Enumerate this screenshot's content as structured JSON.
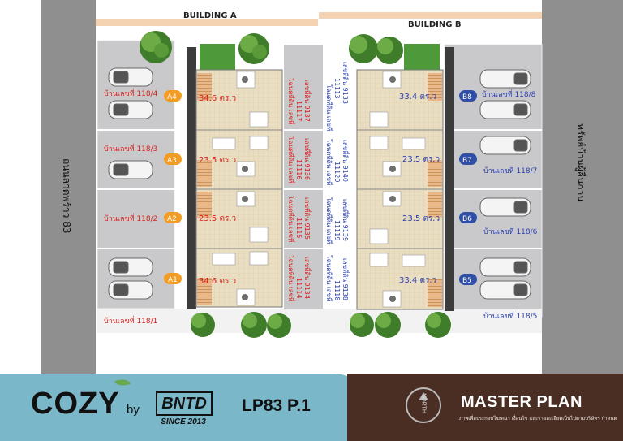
{
  "buildings": {
    "a": "BUILDING A",
    "b": "BUILDING B"
  },
  "roads": {
    "left": "ถนนลาดพร้าว 83",
    "right": "ทรัพย์บ้านผู้อื่นกาน"
  },
  "units_a": [
    {
      "id": "A4",
      "house_no": "บ้านเลขที่ 118/4",
      "area": "34.6 ตร.ว",
      "deed_label": "โฉนดที่ดิน เลขที่",
      "deed_no": "11117",
      "land_no": "เลขที่ดิน 9137"
    },
    {
      "id": "A3",
      "house_no": "บ้านเลขที่ 118/3",
      "area": "23.5 ตร.ว",
      "deed_label": "โฉนดที่ดิน เลขที่",
      "deed_no": "11116",
      "land_no": "เลขที่ดิน 9136"
    },
    {
      "id": "A2",
      "house_no": "บ้านเลขที่ 118/2",
      "area": "23.5 ตร.ว",
      "deed_label": "โฉนดที่ดิน เลขที่",
      "deed_no": "11115",
      "land_no": "เลขที่ดิน 9135"
    },
    {
      "id": "A1",
      "house_no": "บ้านเลขที่ 118/1",
      "area": "34.6 ตร.ว",
      "deed_label": "โฉนดที่ดิน เลขที่",
      "deed_no": "11114",
      "land_no": "เลขที่ดิน 9134"
    }
  ],
  "units_b": [
    {
      "id": "B8",
      "house_no": "บ้านเลขที่ 118/8",
      "area": "33.4 ตร.ว",
      "deed_label": "โฉนดที่ดิน เลขที่",
      "deed_no": "11113",
      "land_no": "เลขที่ดิน 9133"
    },
    {
      "id": "B7",
      "house_no": "บ้านเลขที่ 118/7",
      "area": "23.5 ตร.ว",
      "deed_label": "โฉนดที่ดิน เลขที่",
      "deed_no": "11120",
      "land_no": "เลขที่ดิน 9140"
    },
    {
      "id": "B6",
      "house_no": "บ้านเลขที่ 118/6",
      "area": "23.5 ตร.ว",
      "deed_label": "โฉนดที่ดิน เลขที่",
      "deed_no": "11119",
      "land_no": "เลขที่ดิน 9139"
    },
    {
      "id": "B5",
      "house_no": "บ้านเลขที่ 118/5",
      "area": "33.4 ตร.ว",
      "deed_label": "โฉนดที่ดิน เลขที่",
      "deed_no": "11118",
      "land_no": "เลขที่ดิน 9138"
    }
  ],
  "footer": {
    "brand": "COZY",
    "by": "by",
    "partner": "BNTD",
    "since": "SINCE 2013",
    "project": "LP83 P.1",
    "north": "NORTH",
    "title": "MASTER PLAN",
    "disclaimer": "ภาพเพื่อประกอบโฆษณา เงื่อนไข และรายละเอียดเป็นไปตามบริษัทฯ กำหนด"
  },
  "colors": {
    "a_badge": "#f29c23",
    "b_badge": "#2f4ea6",
    "a_text": "#d8201c",
    "b_text": "#2a3fb0",
    "road": "#8f8f8f",
    "parking": "#c9c9cb",
    "brand_teal": "#7ab7c9",
    "brand_brown": "#4a2d23"
  }
}
